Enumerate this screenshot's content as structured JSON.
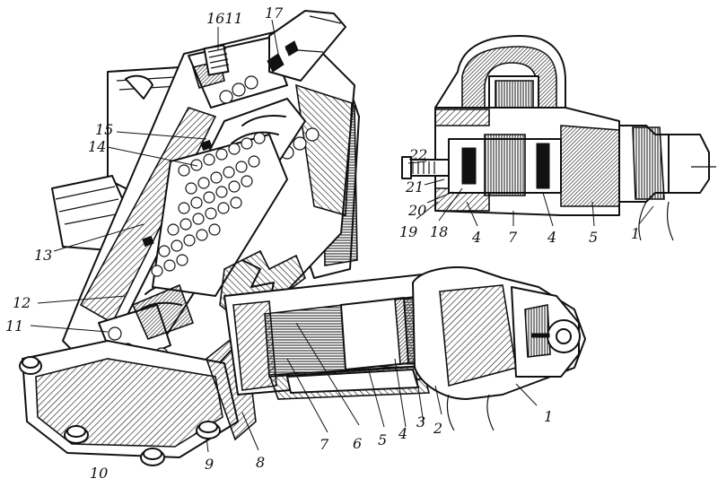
{
  "colors": {
    "ink": "#111111",
    "paper": "#ffffff"
  },
  "main_view": {
    "callouts": {
      "c1": "1",
      "c2": "2",
      "c3": "3",
      "c4": "4",
      "c5": "5",
      "c6": "6",
      "c7": "7",
      "c8": "8",
      "c9": "9",
      "c10": "10",
      "c11_left": "11",
      "c12": "12",
      "c13": "13",
      "c14": "14",
      "c15": "15",
      "c16_11": "1611",
      "c17": "17"
    }
  },
  "inset_view": {
    "callouts": {
      "c22": "22",
      "c21": "21",
      "c20": "20",
      "c19": "19",
      "c18": "18",
      "c4a": "4",
      "c7": "7",
      "c4b": "4",
      "c5": "5",
      "c1": "1"
    }
  }
}
